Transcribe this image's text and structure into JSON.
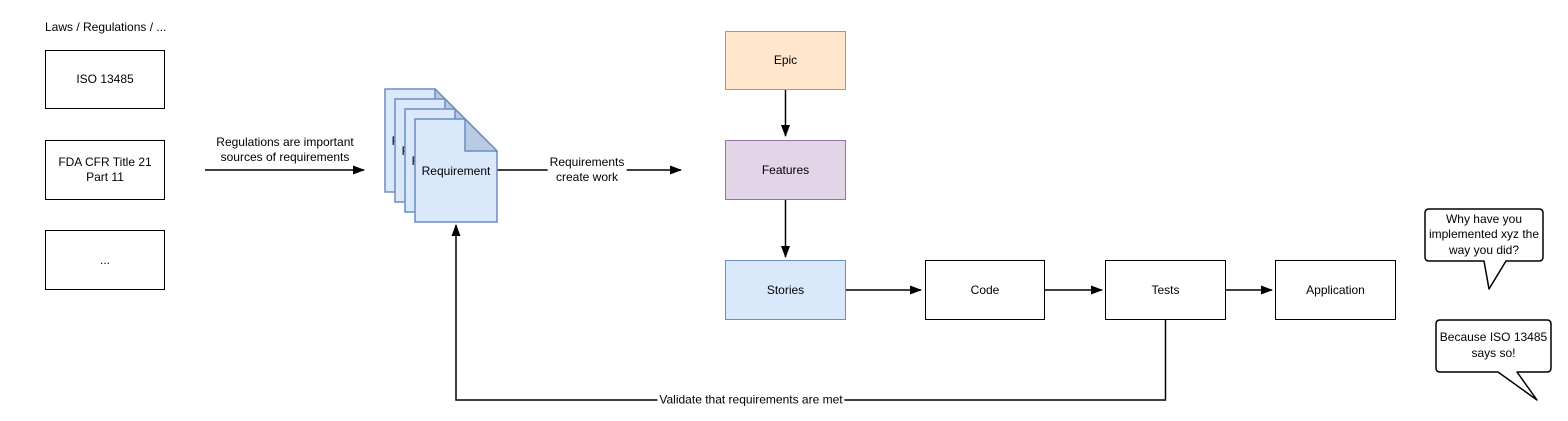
{
  "diagram": {
    "section_label": "Laws / Regulations / ...",
    "regulation_boxes": [
      {
        "label": "ISO 13485"
      },
      {
        "label": "FDA CFR Title 21\nPart 11"
      },
      {
        "label": "..."
      }
    ],
    "document_stack": {
      "label": "Requirement",
      "count": 4
    },
    "work_items": [
      {
        "label": "Epic",
        "fill": "#ffe6cc",
        "stroke": "#d79b00"
      },
      {
        "label": "Features",
        "fill": "#e1d5e7",
        "stroke": "#9673a6"
      },
      {
        "label": "Stories",
        "fill": "#dae8fc",
        "stroke": "#6c8ebf"
      }
    ],
    "pipeline_boxes": [
      {
        "label": "Code"
      },
      {
        "label": "Tests"
      },
      {
        "label": "Application"
      }
    ],
    "arrow_labels": {
      "regulations_to_requirements": "Regulations are important\nsources of requirements",
      "requirements_create_work": "Requirements\ncreate work",
      "validate_loop": "Validate that requirements are met"
    },
    "speech_bubbles": [
      {
        "text": "Why have you\nimplemented xyz the\nway you did?"
      },
      {
        "text": "Because ISO 13485\nsays so!"
      }
    ],
    "colors": {
      "document_fill": "#dae8fc",
      "document_stroke": "#6c8ebf",
      "document_fold": "#b9cbe3",
      "epic_fill": "#ffe6cc",
      "epic_stroke": "#d79b00",
      "features_fill": "#e1d5e7",
      "features_stroke": "#9673a6",
      "stories_fill": "#dae8fc",
      "stories_stroke": "#6c8ebf",
      "line_color": "#000000",
      "background": "#ffffff"
    }
  }
}
